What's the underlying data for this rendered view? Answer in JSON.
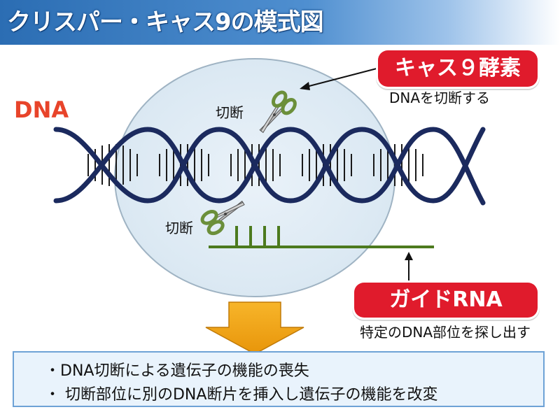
{
  "title": "クリスパー・キャス9の模式図",
  "dna_label": "DNA",
  "cas9": {
    "label": "キャス９酵素",
    "description": "DNAを切断する"
  },
  "cut_label": "切断",
  "guide": {
    "label": "ガイドRNA",
    "description": "特定のDNA部位を探し出す"
  },
  "results": [
    "・DNA切断による遺伝子の機能の喪失",
    "・ 切断部位に別のDNA断片を挿入し遺伝子の機能を改変"
  ],
  "icons": [
    "scissors-icon",
    "down-arrow-icon"
  ],
  "colors": {
    "title_bg": "#2b6db3",
    "accent_red": "#e01b2c",
    "dna_label": "#e8442a",
    "strand": "#1b2a5e",
    "rna": "#4c7a1e",
    "arrow": "#f0a70d",
    "ellipse": "#dce9f3"
  }
}
